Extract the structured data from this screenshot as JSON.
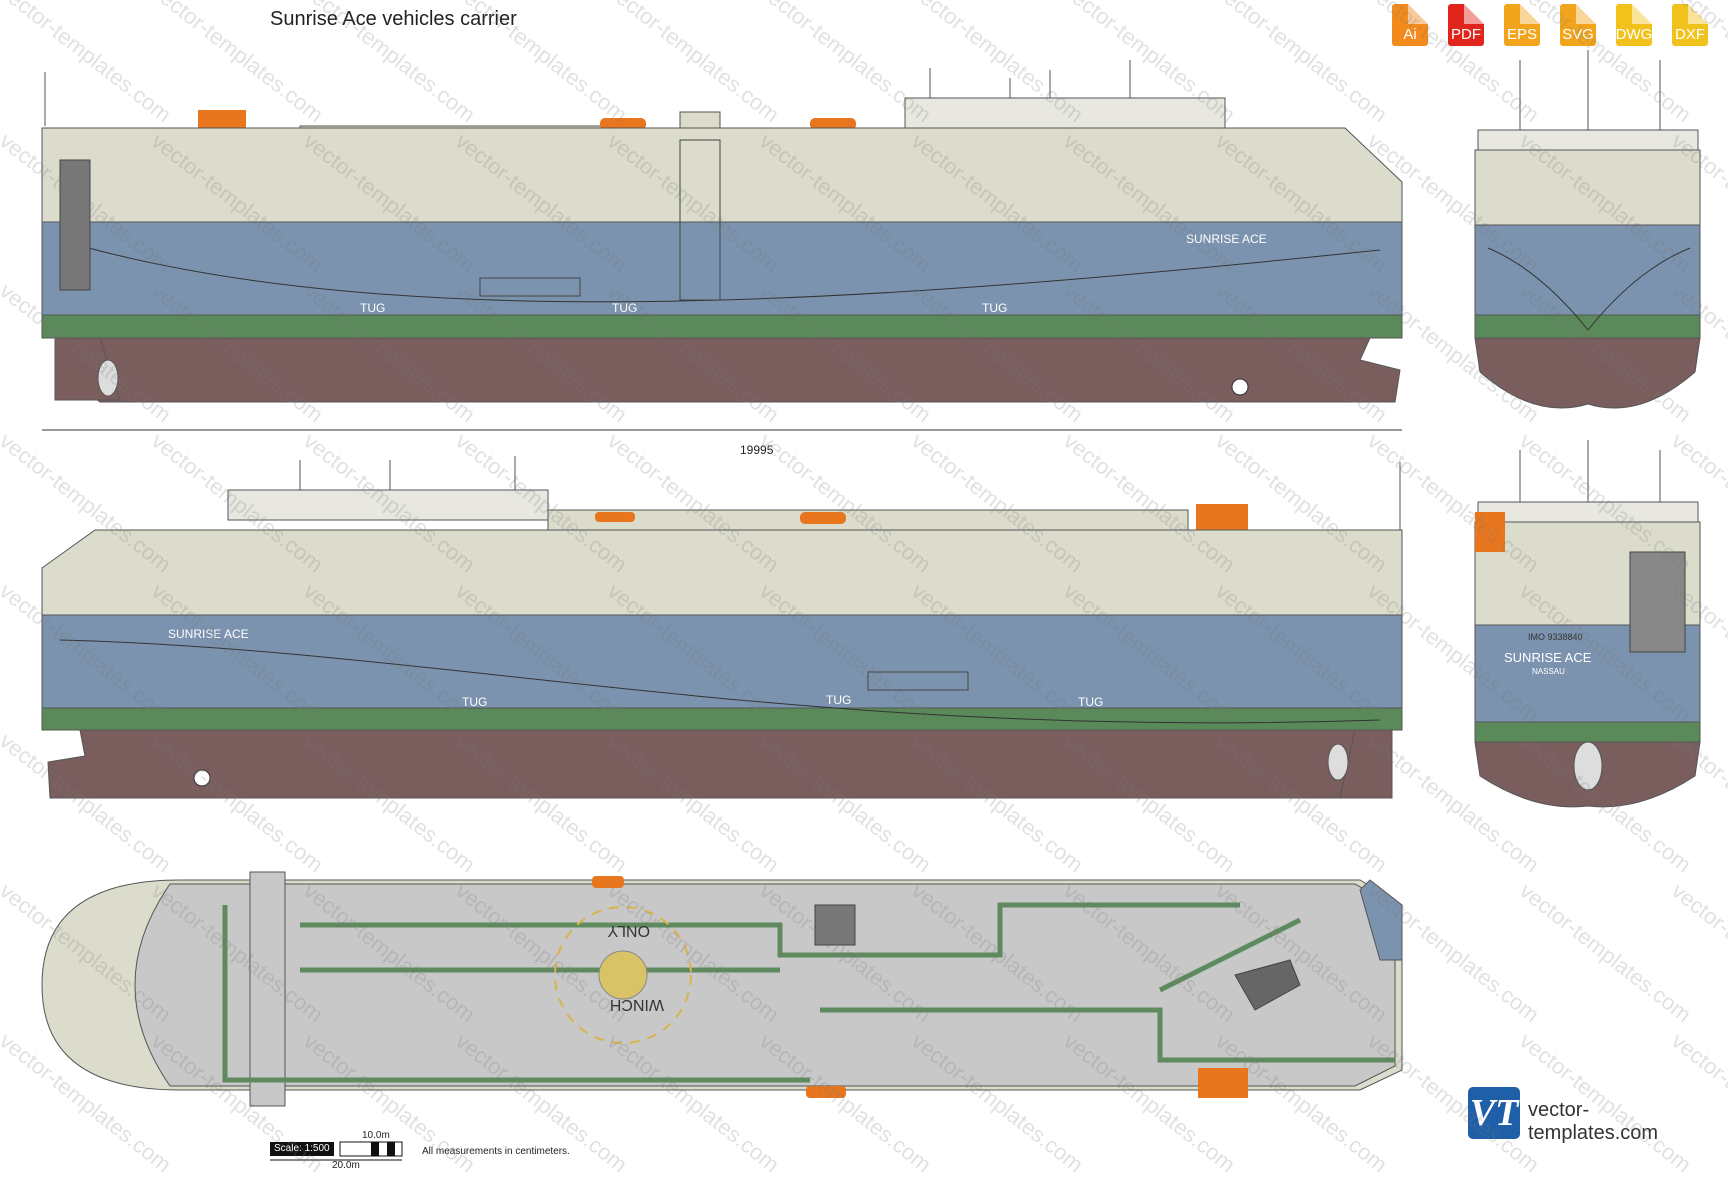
{
  "title": "Sunrise Ace vehicles carrier",
  "formats": [
    {
      "label": "Ai",
      "color": "#f28a1c"
    },
    {
      "label": "PDF",
      "color": "#e0261c"
    },
    {
      "label": "EPS",
      "color": "#f2a51c"
    },
    {
      "label": "SVG",
      "color": "#f2a51c"
    },
    {
      "label": "DWG",
      "color": "#f2c21c"
    },
    {
      "label": "DXF",
      "color": "#f2c21c"
    }
  ],
  "dimension_length": "19995",
  "ship_name": "SUNRISE ACE",
  "port": "NASSAU",
  "imo": "IMO 9338840",
  "tug_label": "TUG",
  "deck_text_top": "ONLY",
  "deck_text_bottom": "WINCH",
  "scale": {
    "label": "Scale: 1:500",
    "small": "10.0m",
    "large": "20.0m",
    "note": "All measurements in centimeters."
  },
  "brand": {
    "mark": "VT",
    "site": "vector-templates.com"
  },
  "watermark": "vector-templates.com",
  "colors": {
    "hull_upper": "#dcdccc",
    "hull_blue": "#7b93ae",
    "boot_green": "#5a8a5a",
    "bottom_brown": "#7a5e5e",
    "deck_grey": "#c8c8c8",
    "accent_orange": "#e8761e",
    "deck_green_line": "#5e8a5e"
  }
}
